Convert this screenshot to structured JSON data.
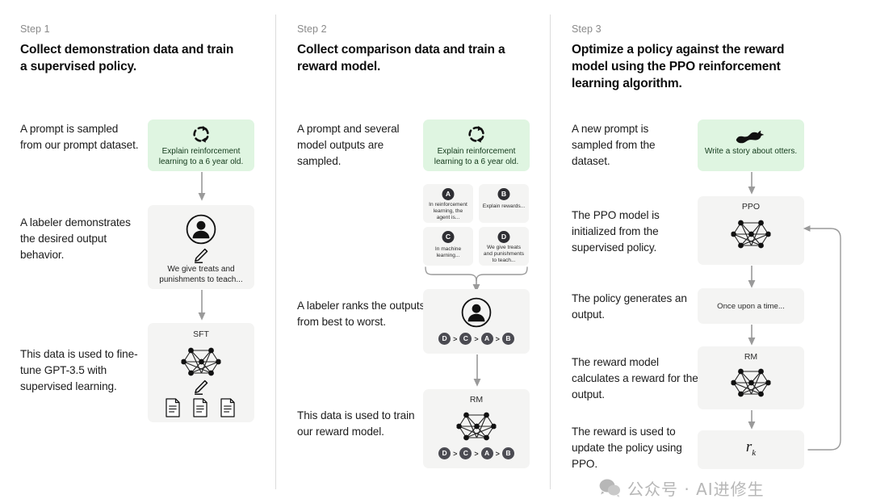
{
  "diagram": {
    "title": "InstructGPT / ChatGPT three-step training method",
    "columns": [
      {
        "id": "step1",
        "step_label": "Step 1",
        "step_title": "Collect demonstration data and train a supervised policy.",
        "descriptions": [
          "A prompt is sampled from our prompt dataset.",
          "A labeler demonstrates the desired output behavior.",
          "This data is used to fine-tune GPT-3.5 with supervised learning."
        ],
        "prompt_box": {
          "icon": "circular-arrows-icon",
          "caption": "Explain reinforcement learning to a 6 year old."
        },
        "labeler_box": {
          "icon": "person-circle-icon",
          "pencil": "pencil-icon",
          "caption": "We give treats and punishments to teach..."
        },
        "model_box": {
          "title": "SFT",
          "icon": "neural-network-icon",
          "pencil": "pencil-icon",
          "docs": "document-icon"
        }
      },
      {
        "id": "step2",
        "step_label": "Step 2",
        "step_title": "Collect comparison data and train a reward model.",
        "descriptions": [
          "A prompt and several model outputs are sampled.",
          "A labeler ranks the outputs from best to worst.",
          "This data is used to train our reward model."
        ],
        "prompt_box": {
          "icon": "circular-arrows-icon",
          "caption": "Explain reinforcement learning to a 6 year old."
        },
        "options": [
          {
            "badge": "A",
            "text": "In reinforcement learning, the agent is..."
          },
          {
            "badge": "B",
            "text": "Explain rewards..."
          },
          {
            "badge": "C",
            "text": "In machine learning..."
          },
          {
            "badge": "D",
            "text": "We give treats and punishments to teach..."
          }
        ],
        "labeler_box": {
          "icon": "person-circle-icon",
          "ranking": [
            "D",
            "C",
            "A",
            "B"
          ],
          "separator": ">"
        },
        "model_box": {
          "title": "RM",
          "icon": "neural-network-icon",
          "ranking": [
            "D",
            "C",
            "A",
            "B"
          ],
          "separator": ">"
        }
      },
      {
        "id": "step3",
        "step_label": "Step 3",
        "step_title": "Optimize a policy against the reward model using the PPO reinforcement learning algorithm.",
        "descriptions": [
          "A new prompt is sampled from the dataset.",
          "The PPO model is initialized from the supervised policy.",
          "The policy generates an output.",
          "The reward model calculates a reward for the output.",
          "The reward is used to update the policy using PPO."
        ],
        "prompt_box": {
          "icon": "otter-icon",
          "caption": "Write a story about otters."
        },
        "ppo_box": {
          "title": "PPO",
          "icon": "neural-network-icon"
        },
        "output_box": {
          "text": "Once upon a time..."
        },
        "rm_box": {
          "title": "RM",
          "icon": "neural-network-icon"
        },
        "reward_box": {
          "symbol": "r",
          "subscript": "k"
        },
        "feedback_arrow": "update-loop-arrow"
      }
    ]
  },
  "watermark": {
    "icon": "wechat-icon",
    "text": "公众号 · AI进修生"
  },
  "colors": {
    "green_box": "#dff5e1",
    "gray_box": "#f4f4f3",
    "badge": "#2e2e33",
    "arrow": "#9a9a9a",
    "divider": "#dcdcdc",
    "step_label": "#8a8a8a",
    "watermark": "#b7b7b7"
  }
}
